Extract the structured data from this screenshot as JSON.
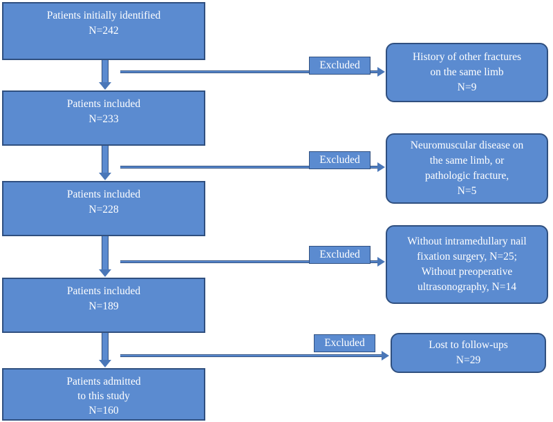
{
  "flow": {
    "steps": [
      {
        "lines": [
          "Patients initially identified",
          "N=242"
        ]
      },
      {
        "lines": [
          "Patients included",
          "N=233"
        ]
      },
      {
        "lines": [
          "Patients included",
          "N=228"
        ]
      },
      {
        "lines": [
          "Patients included",
          "N=189"
        ]
      },
      {
        "lines": [
          "Patients admitted",
          "to this study",
          "N=160"
        ]
      }
    ],
    "exclusions": [
      {
        "label": "Excluded",
        "lines": [
          "History of other fractures",
          "on the same limb",
          "N=9"
        ]
      },
      {
        "label": "Excluded",
        "lines": [
          "Neuromuscular disease on",
          "the same limb, or",
          "pathologic fracture,",
          "N=5"
        ]
      },
      {
        "label": "Excluded",
        "lines": [
          "Without intramedullary nail",
          "fixation surgery, N=25;",
          "Without preoperative",
          "ultrasonography, N=14"
        ]
      },
      {
        "label": "Excluded",
        "lines": [
          "Lost to follow-ups",
          "N=29"
        ]
      }
    ]
  },
  "colors": {
    "box_fill": "#5b8bd0",
    "box_border": "#2f4f7f",
    "text": "#ffffff"
  }
}
